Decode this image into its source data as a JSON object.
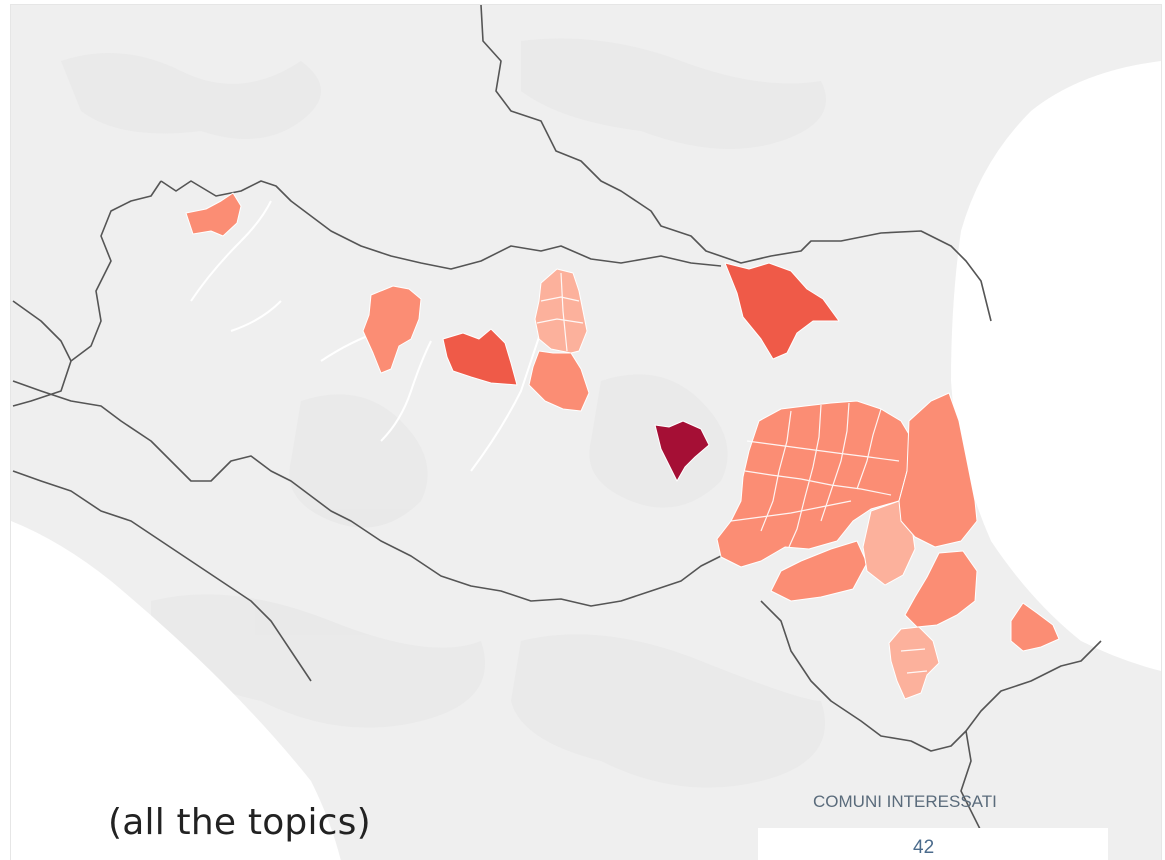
{
  "caption": "(all the topics)",
  "legend": {
    "title": "COMUNI INTERESSATI",
    "value": "42"
  },
  "colors": {
    "background": "#efefef",
    "land_texture": "#e7e7e7",
    "sea": "#ffffff",
    "border_line": "#555555",
    "river": "#ffffff",
    "shade_light": "#fcb19c",
    "shade_medium": "#fb8d74",
    "shade_strong": "#ef5a48",
    "shade_darkest": "#a50f35"
  }
}
